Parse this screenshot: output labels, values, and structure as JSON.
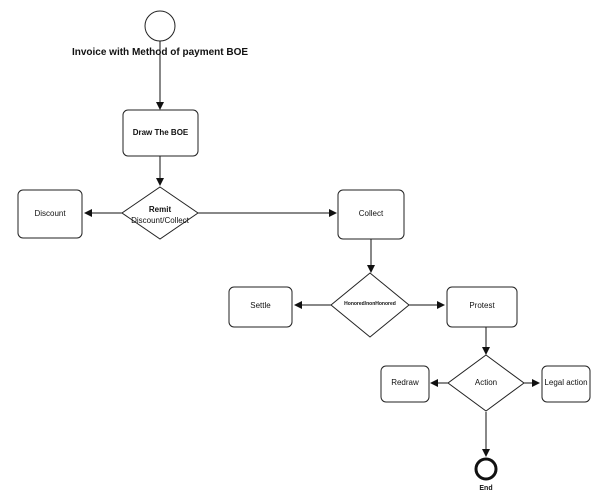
{
  "diagram": {
    "title": "Invoice with Method of payment BOE",
    "nodes": {
      "draw": "Draw The BOE",
      "remit_title": "Remit",
      "remit_sub": "Discount/Collect",
      "discount": "Discount",
      "collect": "Collect",
      "honored": "Honored/nonHonored",
      "settle": "Settle",
      "protest": "Protest",
      "action": "Action",
      "redraw": "Redraw",
      "legal": "Legal action",
      "end": "End"
    }
  }
}
